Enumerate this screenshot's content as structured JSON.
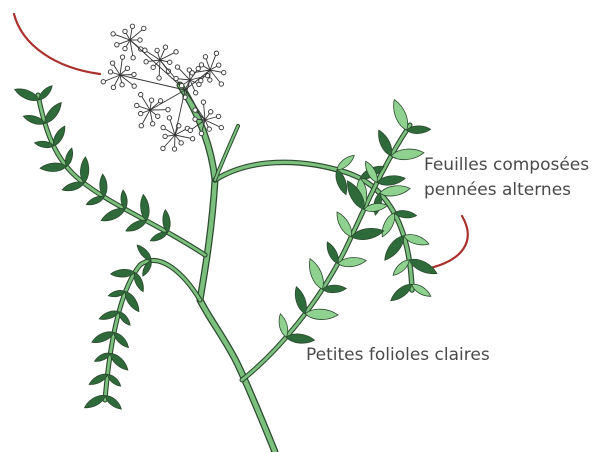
{
  "labels": {
    "leaves_line1": "Feuilles composées",
    "leaves_line2": "pennées alternes",
    "leaflets": "Petites folioles claires"
  },
  "colors": {
    "stem": "#7cc07d",
    "stem_outline": "#2b4a2f",
    "leaf_dark": "#2f6b3a",
    "leaf_light": "#8fd18e",
    "flower": "#333333",
    "callout": "#a9302b",
    "text": "#4a4a4a"
  },
  "icons": [
    "plant-illustration",
    "flower-cluster-icon",
    "leaf-icon"
  ]
}
